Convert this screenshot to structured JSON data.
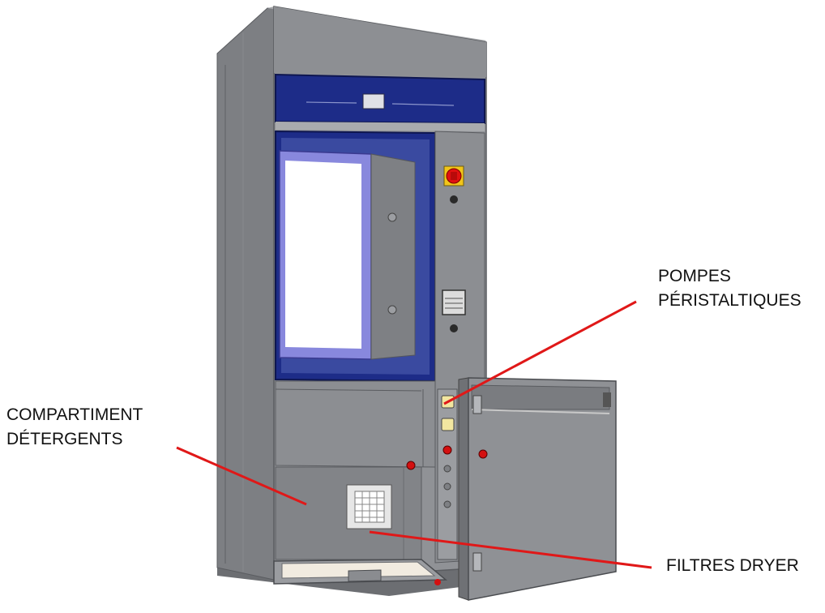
{
  "labels": {
    "pompes": [
      "POMPES",
      "PÉRISTALTIQUES"
    ],
    "compartiment": [
      "COMPARTIMENT",
      "DÉTERGENTS"
    ],
    "filtres": [
      "FILTRES DRYER"
    ]
  },
  "colors": {
    "body": "#8f9194",
    "body_dark": "#7a7c80",
    "panel_blue": "#1d2c88",
    "glass": "#ffffff",
    "window_frame": "#8888dd",
    "leader": "#e01818",
    "switch_red": "#e01010",
    "switch_yellow": "#f2c51a"
  }
}
